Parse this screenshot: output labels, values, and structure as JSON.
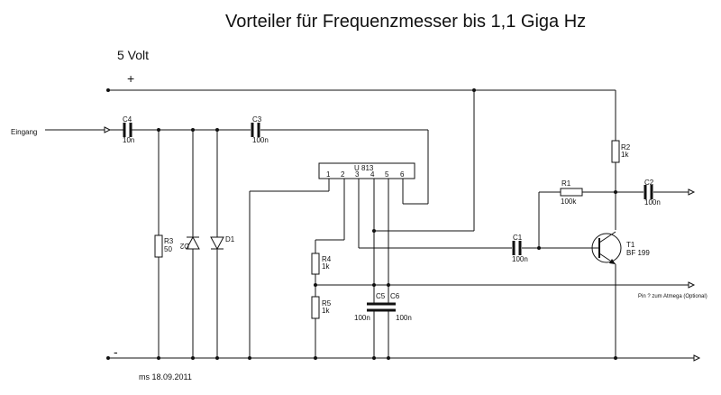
{
  "title": "Vorteiler für Frequenzmesser bis 1,1 Giga Hz",
  "supply": {
    "voltage": "5 Volt",
    "plus": "+",
    "minus": "-"
  },
  "input_label": "Eingang",
  "ic": {
    "name": "U 813",
    "pins": [
      "1",
      "2",
      "3",
      "4",
      "5",
      "6"
    ]
  },
  "components": {
    "c4": {
      "ref": "C4",
      "value": "10n"
    },
    "c3": {
      "ref": "C3",
      "value": "100n"
    },
    "c1": {
      "ref": "C1",
      "value": "100n"
    },
    "c2": {
      "ref": "C2",
      "value": "100n"
    },
    "c5": {
      "ref": "C5",
      "value": "100n"
    },
    "c6": {
      "ref": "C6",
      "value": "100n"
    },
    "r1": {
      "ref": "R1",
      "value": "100k"
    },
    "r2": {
      "ref": "R2",
      "value": "1k"
    },
    "r3": {
      "ref": "R3",
      "value": "50"
    },
    "r4": {
      "ref": "R4",
      "value": "1k"
    },
    "r5": {
      "ref": "R5",
      "value": "1k"
    },
    "d1": {
      "ref": "D1"
    },
    "d2": {
      "ref": "D2"
    },
    "t1": {
      "ref": "T1",
      "value": "BF 199"
    }
  },
  "pin_note": "Pin ? zum Atmega (Optional)",
  "footer": "ms 18.09.2011"
}
